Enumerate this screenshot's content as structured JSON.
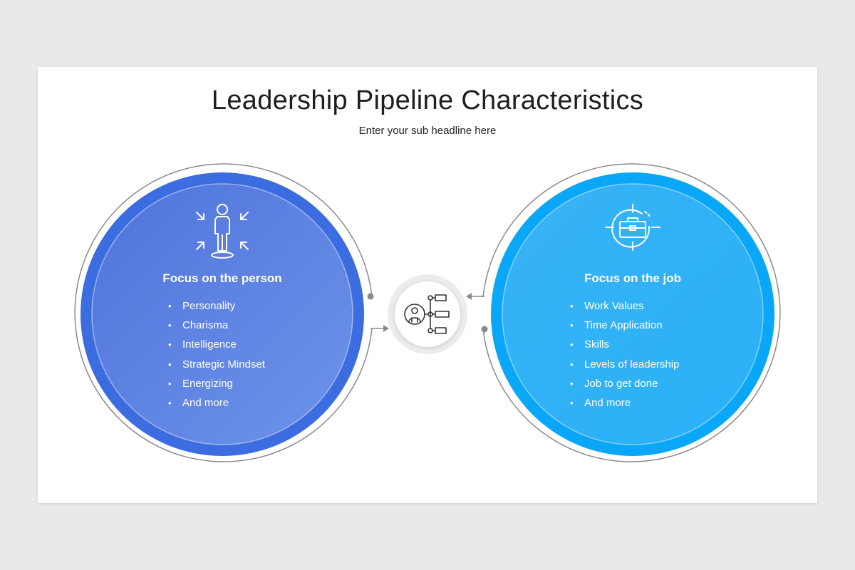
{
  "title": "Leadership Pipeline Characteristics",
  "subtitle": "Enter your sub headline here",
  "colors": {
    "left_circle": "#3b6ce0",
    "right_circle": "#0aa6f7",
    "connector": "#8a8a8a"
  },
  "left": {
    "icon": "person-with-inward-arrows-icon",
    "heading": "Focus on the person",
    "items": [
      "Personality",
      "Charisma",
      "Intelligence",
      "Strategic Mindset",
      "Energizing",
      "And more"
    ]
  },
  "right": {
    "icon": "briefcase-target-icon",
    "heading": "Focus on the job",
    "items": [
      "Work Values",
      "Time Application",
      "Skills",
      "Levels of leadership",
      "Job to get done",
      "And more"
    ]
  },
  "center": {
    "icon": "org-structure-person-icon"
  }
}
